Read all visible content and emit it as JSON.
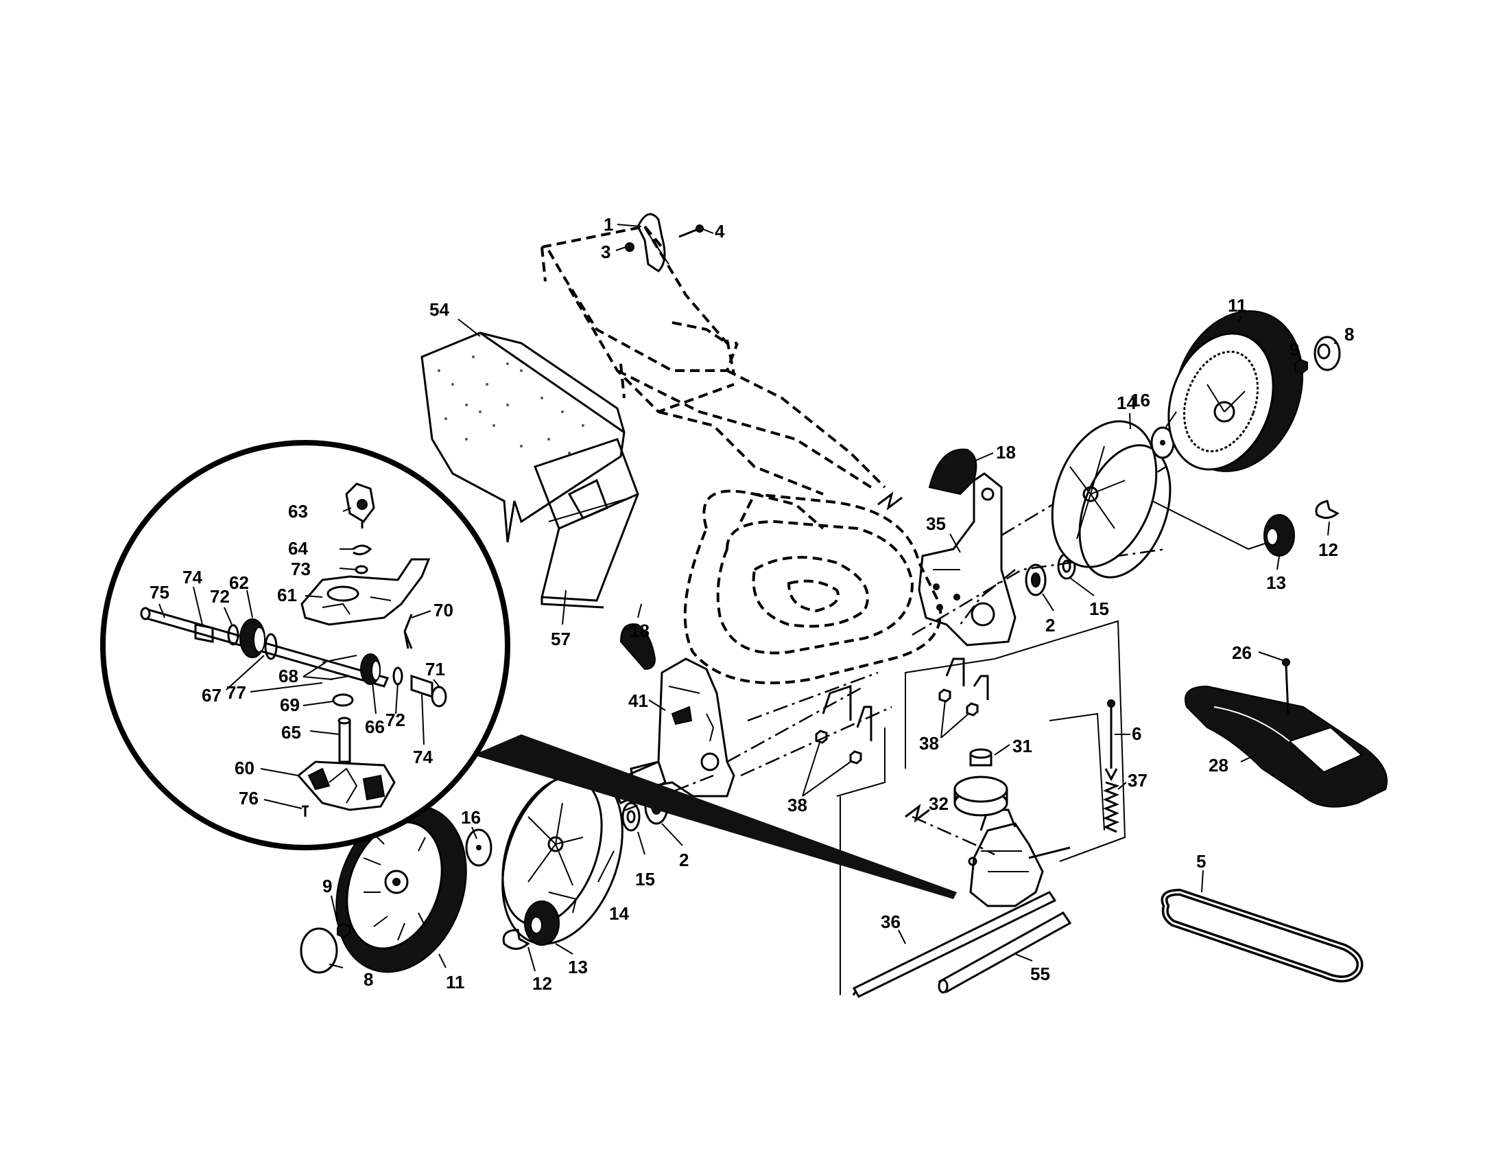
{
  "callouts": [
    {
      "id": "c1",
      "text": "1"
    },
    {
      "id": "c3",
      "text": "3"
    },
    {
      "id": "c4",
      "text": "4"
    },
    {
      "id": "c54",
      "text": "54"
    },
    {
      "id": "c57",
      "text": "57"
    },
    {
      "id": "c18a",
      "text": "18"
    },
    {
      "id": "c18b",
      "text": "18"
    },
    {
      "id": "c35",
      "text": "35"
    },
    {
      "id": "c2a",
      "text": "2"
    },
    {
      "id": "c15a",
      "text": "15"
    },
    {
      "id": "c14a",
      "text": "14"
    },
    {
      "id": "c16a",
      "text": "16"
    },
    {
      "id": "c11a",
      "text": "11"
    },
    {
      "id": "c9a",
      "text": "9"
    },
    {
      "id": "c8a",
      "text": "8"
    },
    {
      "id": "c12a",
      "text": "12"
    },
    {
      "id": "c13a",
      "text": "13"
    },
    {
      "id": "c26",
      "text": "26"
    },
    {
      "id": "c28",
      "text": "28"
    },
    {
      "id": "c6",
      "text": "6"
    },
    {
      "id": "c37",
      "text": "37"
    },
    {
      "id": "c31",
      "text": "31"
    },
    {
      "id": "c32",
      "text": "32"
    },
    {
      "id": "c38a",
      "text": "38"
    },
    {
      "id": "c38b",
      "text": "38"
    },
    {
      "id": "c41",
      "text": "41"
    },
    {
      "id": "c5",
      "text": "5"
    },
    {
      "id": "c36",
      "text": "36"
    },
    {
      "id": "c55",
      "text": "55"
    },
    {
      "id": "c14b",
      "text": "14"
    },
    {
      "id": "c15b",
      "text": "15"
    },
    {
      "id": "c2b",
      "text": "2"
    },
    {
      "id": "c16b",
      "text": "16"
    },
    {
      "id": "c9b",
      "text": "9"
    },
    {
      "id": "c8b",
      "text": "8"
    },
    {
      "id": "c11b",
      "text": "11"
    },
    {
      "id": "c12b",
      "text": "12"
    },
    {
      "id": "c13b",
      "text": "13"
    },
    {
      "id": "c63",
      "text": "63"
    },
    {
      "id": "c64",
      "text": "64"
    },
    {
      "id": "c73",
      "text": "73"
    },
    {
      "id": "c74a",
      "text": "74"
    },
    {
      "id": "c75",
      "text": "75"
    },
    {
      "id": "c72a",
      "text": "72"
    },
    {
      "id": "c62",
      "text": "62"
    },
    {
      "id": "c61",
      "text": "61"
    },
    {
      "id": "c70",
      "text": "70"
    },
    {
      "id": "c67",
      "text": "67"
    },
    {
      "id": "c68",
      "text": "68"
    },
    {
      "id": "c71",
      "text": "71"
    },
    {
      "id": "c77",
      "text": "77"
    },
    {
      "id": "c69",
      "text": "69"
    },
    {
      "id": "c66",
      "text": "66"
    },
    {
      "id": "c72b",
      "text": "72"
    },
    {
      "id": "c65",
      "text": "65"
    },
    {
      "id": "c74b",
      "text": "74"
    },
    {
      "id": "c60",
      "text": "60"
    },
    {
      "id": "c76",
      "text": "76"
    }
  ]
}
